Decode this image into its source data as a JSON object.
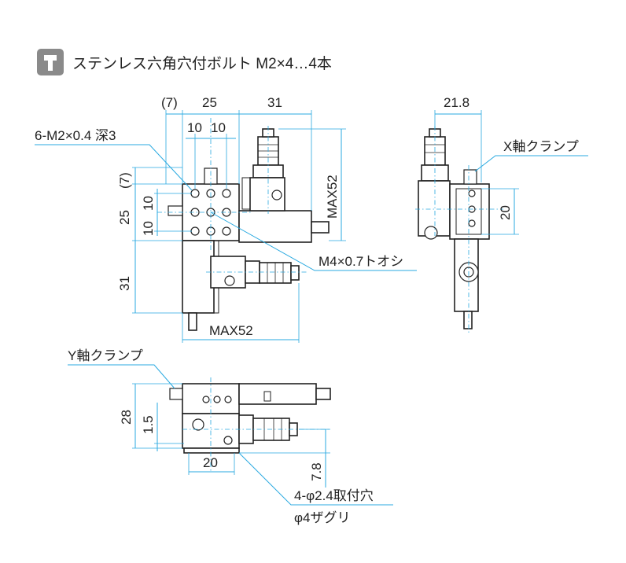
{
  "header": {
    "icon": "hex-key-icon",
    "title": "ステンレス六角穴付ボルト M2×4…4本"
  },
  "top_view": {
    "dim_7_top": "(7)",
    "dim_25_top": "25",
    "dim_31_top": "31",
    "dim_10a": "10",
    "dim_10b": "10",
    "label_tap": "6-M2×0.4 深3",
    "dim_7_left": "(7)",
    "dim_25_left": "25",
    "dim_10c": "10",
    "dim_10d": "10",
    "dim_31_left": "31",
    "dim_max52_right": "MAX52",
    "dim_max52_bottom": "MAX52",
    "label_thread": "M4×0.7トオシ"
  },
  "side_view": {
    "dim_21_8": "21.8",
    "label_x_clamp": "X軸クランプ",
    "dim_20": "20"
  },
  "front_view": {
    "label_y_clamp": "Y軸クランプ",
    "dim_28": "28",
    "dim_1_5": "1.5",
    "dim_20": "20",
    "dim_7_8": "7.8",
    "label_holes": "4-φ2.4取付穴",
    "label_counterbore": "φ4ザグリ"
  },
  "colors": {
    "dimension": "#29a9e0",
    "outline": "#222222",
    "icon_bg": "#8a8a8a"
  }
}
